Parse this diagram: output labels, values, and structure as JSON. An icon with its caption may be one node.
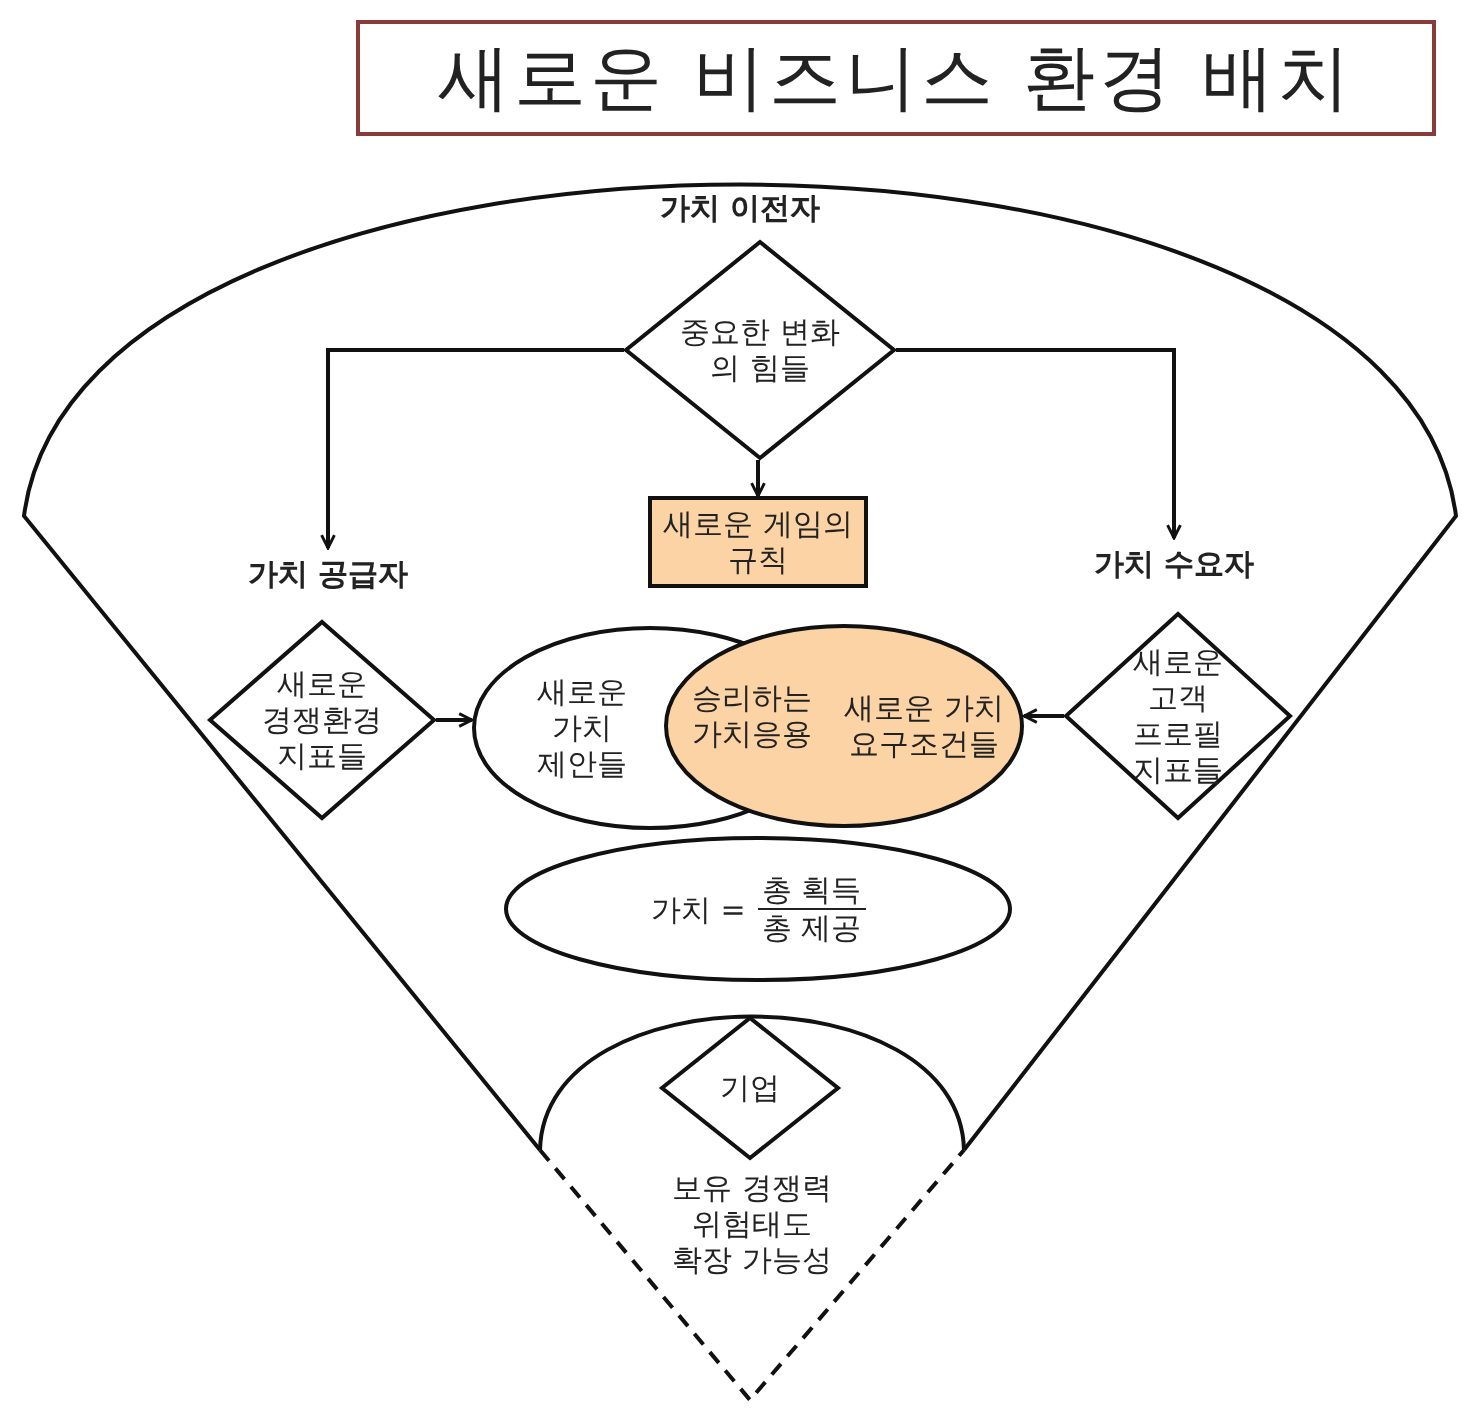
{
  "diagram": {
    "title": "새로운 비즈니스 환경 배치",
    "nodes": [
      {
        "text": [
          "가치 이전자"
        ]
      },
      {
        "text": [
          "중요한 변화 의 힘들"
        ],
        "in": 0
      },
      {
        "text": [
          "가치 공급자"
        ],
        "in": 0
      },
      {
        "text": [
          "새로운 게임의 규칙"
        ],
        "in": 0
      },
      {
        "text": [
          "가치 수요자"
        ],
        "in": 0
      },
      {
        "text": [
          "새로운 경쟁환경 지표들"
        ],
        "in": 0
      },
      {
        "text": [
          "새로운 가치 제안들"
        ],
        "in": 0
      },
      {
        "text": [
          "새로운 가치 요구조건들"
        ],
        "in": 0
      },
      {
        "text": [
          "승리하는 가치응용"
        ]
      },
      {
        "text": [
          "새로운 고객 프로필 지표들"
        ],
        "in": 0
      },
      {
        "text": [
          "가치 =",
          "총 획득",
          "총 제공"
        ],
        "in": 0
      },
      {
        "text": [
          "보유 경쟁력 위험태도 확장 가능성"
        ],
        "in": 0
      },
      {
        "text": [
          "기업"
        ],
        "in": 11
      }
    ],
    "edges": [
      {
        "from": 1,
        "to": 2,
        "arrow": "to"
      },
      {
        "from": 1,
        "to": 3,
        "arrow": "to"
      },
      {
        "from": 1,
        "to": 4,
        "arrow": "to"
      },
      {
        "from": 5,
        "to": 6,
        "arrow": "to"
      },
      {
        "from": 9,
        "to": 7,
        "arrow": "to"
      }
    ]
  }
}
